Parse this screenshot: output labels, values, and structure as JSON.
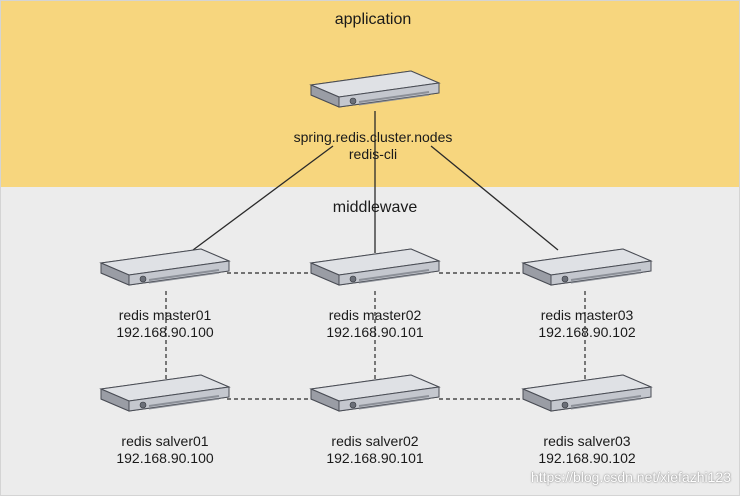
{
  "zones": {
    "application": "application",
    "middleware": "middlewave"
  },
  "client": {
    "line1": "spring.redis.cluster.nodes",
    "line2": "redis-cli"
  },
  "masters": [
    {
      "name": "redis master01",
      "ip": "192.168.90.100"
    },
    {
      "name": "redis master02",
      "ip": "192.168.90.101"
    },
    {
      "name": "redis master03",
      "ip": "192.168.90.102"
    }
  ],
  "slaves": [
    {
      "name": "redis salver01",
      "ip": "192.168.90.100"
    },
    {
      "name": "redis salver02",
      "ip": "192.168.90.101"
    },
    {
      "name": "redis salver03",
      "ip": "192.168.90.102"
    }
  ],
  "watermark": "https://blog.csdn.net/xiefazhi123",
  "colors": {
    "application_band": "#f7d67e",
    "middleware_band": "#ececec",
    "server_body": "#c9ccd2",
    "connector": "#2a2a2a"
  }
}
